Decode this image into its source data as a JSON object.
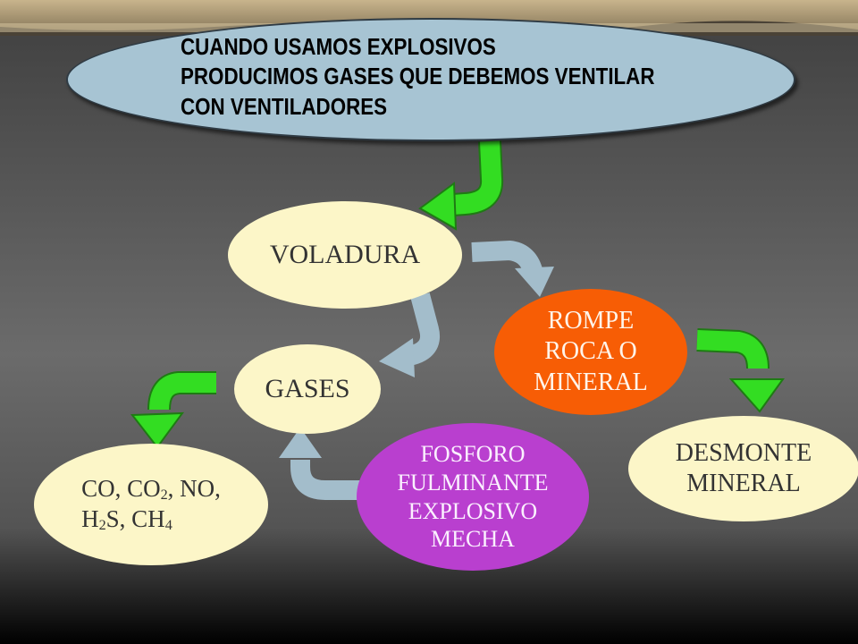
{
  "title_bubble": {
    "lines": [
      "CUANDO USAMOS EXPLOSIVOS",
      "PRODUCIMOS GASES QUE DEBEMOS VENTILAR",
      "CON VENTILADORES"
    ]
  },
  "nodes": {
    "voladura": {
      "label": "VOLADURA"
    },
    "gases": {
      "label": "GASES"
    },
    "rompe": {
      "lines": [
        "ROMPE",
        "ROCA O",
        "MINERAL"
      ]
    },
    "desmonte": {
      "lines": [
        "DESMONTE",
        "MINERAL"
      ]
    },
    "fosforo": {
      "lines": [
        "FOSFORO",
        "FULMINANTE",
        "EXPLOSIVO",
        "MECHA"
      ]
    },
    "compuestos": {
      "line1": {
        "a": "CO, CO",
        "b": "2",
        "c": ", NO,"
      },
      "line2": {
        "a": "H",
        "b": "2",
        "c": "S, CH",
        "d": "4"
      }
    }
  },
  "colors": {
    "background_top": "#3f3f3f",
    "background_mid": "#6b6b6b",
    "bubble": "#a7c4d3",
    "pale_node": "#fcf6c8",
    "orange_node": "#f75d05",
    "purple_node": "#b93fcf",
    "green_arrow": "#33dd22",
    "blue_arrow": "#a3bdcb"
  }
}
